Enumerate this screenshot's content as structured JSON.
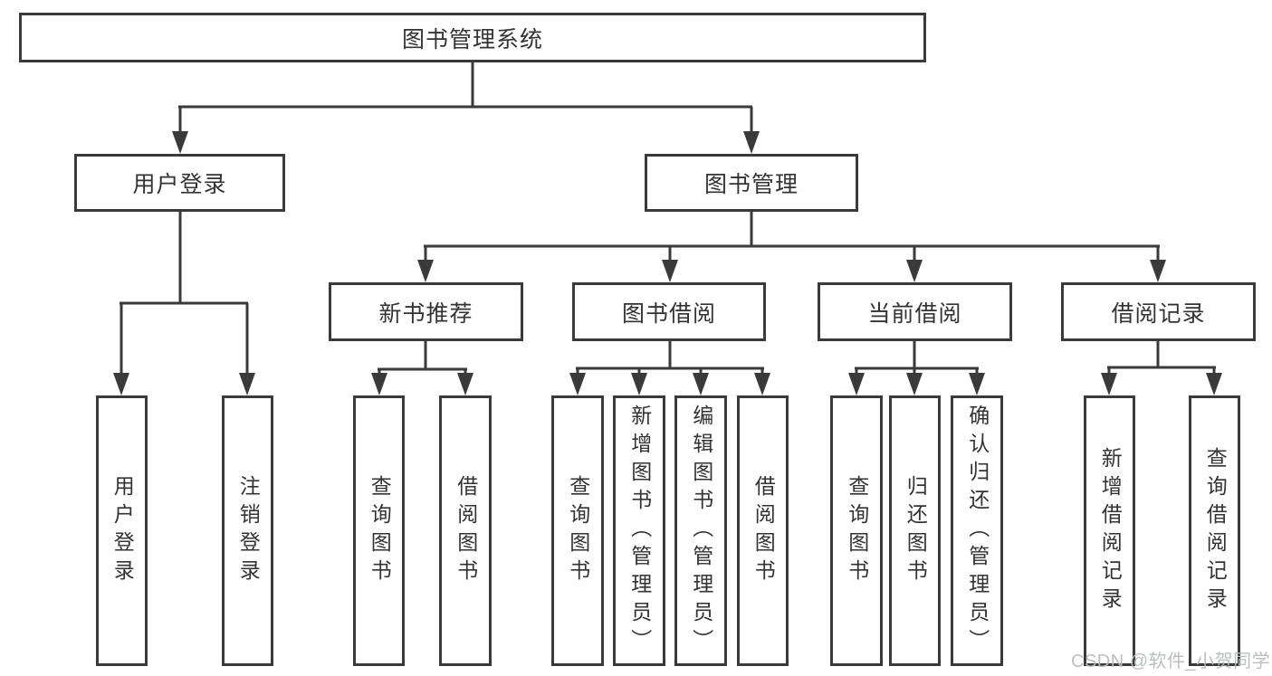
{
  "diagram": {
    "root": {
      "label": "图书管理系统"
    },
    "level2": [
      {
        "label": "用户登录"
      },
      {
        "label": "图书管理"
      }
    ],
    "level3": [
      {
        "label": "新书推荐"
      },
      {
        "label": "图书借阅"
      },
      {
        "label": "当前借阅"
      },
      {
        "label": "借阅记录"
      }
    ],
    "leaves": [
      {
        "label": "用户登录"
      },
      {
        "label": "注销登录"
      },
      {
        "label": "查询图书"
      },
      {
        "label": "借阅图书"
      },
      {
        "label": "查询图书"
      },
      {
        "label": "新增图书（管理员）"
      },
      {
        "label": "编辑图书（管理员）"
      },
      {
        "label": "借阅图书"
      },
      {
        "label": "查询图书"
      },
      {
        "label": "归还图书"
      },
      {
        "label": "确认归还（管理员）"
      },
      {
        "label": "新增借阅记录"
      },
      {
        "label": "查询借阅记录"
      }
    ]
  },
  "watermark": {
    "text": "CSDN @软件_小贺同学"
  },
  "colors": {
    "line": "#3a3a3a",
    "text": "#333333",
    "watermark": "#b7bbbf",
    "background": "#ffffff"
  }
}
